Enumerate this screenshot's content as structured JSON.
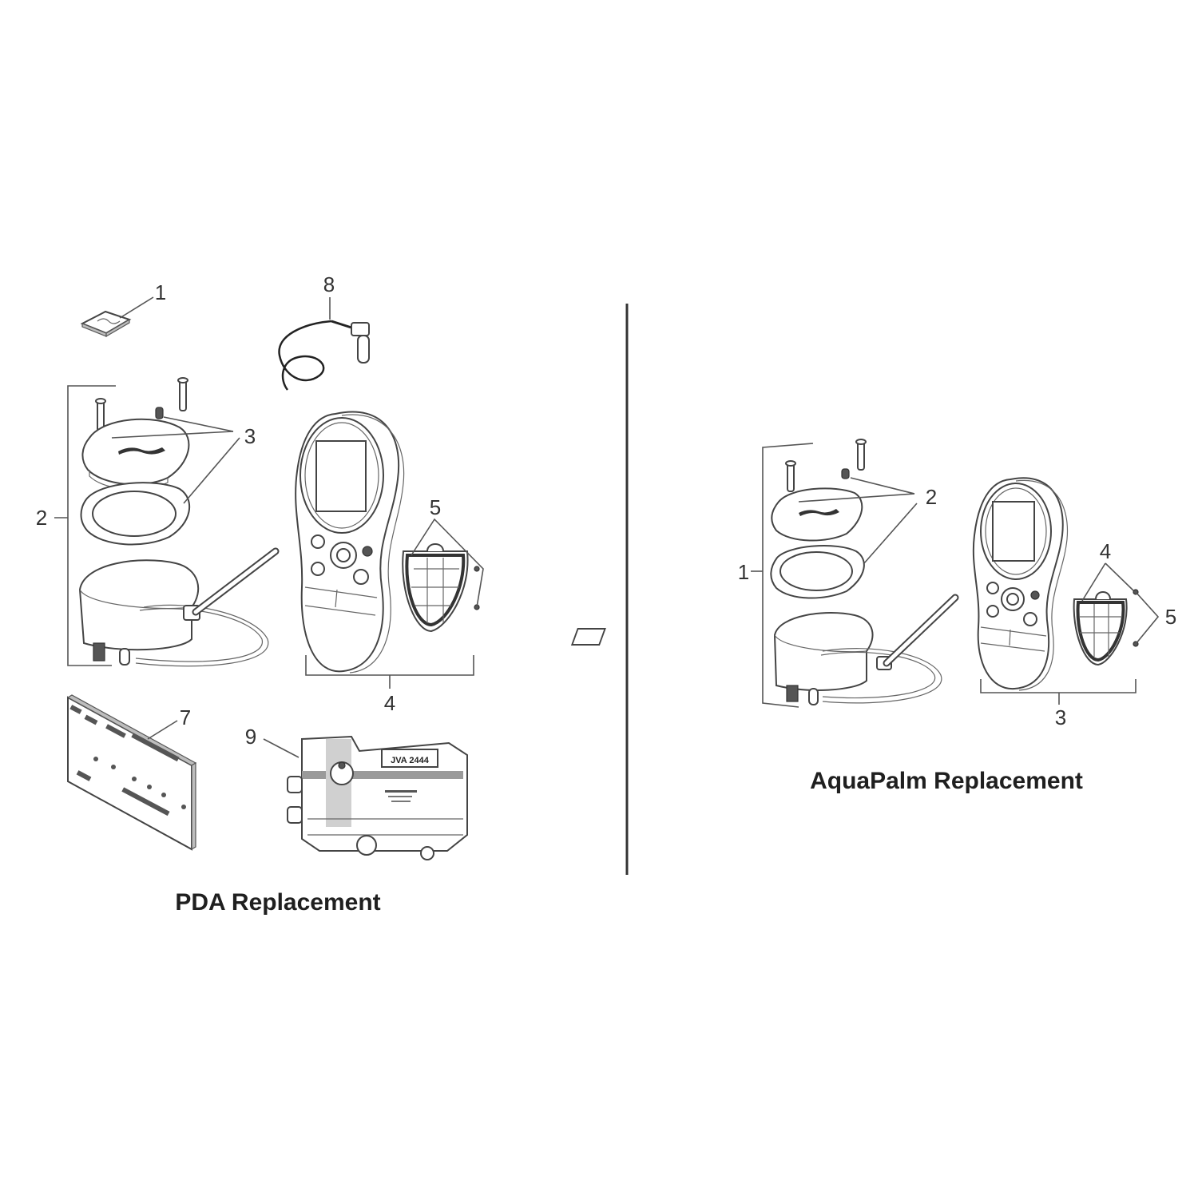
{
  "diagram": {
    "type": "exploded-parts-diagram",
    "sections": [
      {
        "id": "pda",
        "title": "PDA Replacement",
        "callouts": [
          "1",
          "2",
          "3",
          "4",
          "5",
          "7",
          "8",
          "9"
        ],
        "parts": [
          {
            "callout": "1",
            "description": "label / decal plate"
          },
          {
            "callout": "2",
            "description": "wall mount / antenna base assembly"
          },
          {
            "callout": "3",
            "description": "mount cover, gasket and screws"
          },
          {
            "callout": "4",
            "description": "PDA handheld remote assembly"
          },
          {
            "callout": "5",
            "description": "battery door and screws"
          },
          {
            "callout": "7",
            "description": "printed circuit board"
          },
          {
            "callout": "8",
            "description": "antenna cable with connector"
          },
          {
            "callout": "9",
            "description": "transceiver module"
          }
        ],
        "module_label": "JVA 2444"
      },
      {
        "id": "aquapalm",
        "title": "AquaPalm Replacement",
        "callouts": [
          "1",
          "2",
          "3",
          "4",
          "5"
        ],
        "parts": [
          {
            "callout": "1",
            "description": "wall mount / antenna base assembly"
          },
          {
            "callout": "2",
            "description": "mount cover, gasket and screws"
          },
          {
            "callout": "3",
            "description": "AquaPalm handheld remote assembly"
          },
          {
            "callout": "4",
            "description": "battery door"
          },
          {
            "callout": "5",
            "description": "battery door screws"
          }
        ]
      }
    ],
    "colors": {
      "line": "#444444",
      "text": "#1f1f1f",
      "background": "#ffffff"
    }
  }
}
